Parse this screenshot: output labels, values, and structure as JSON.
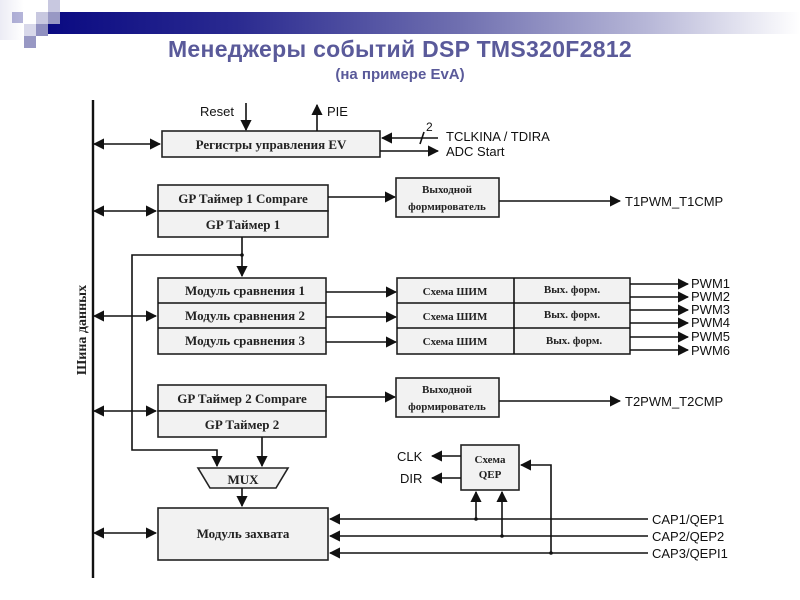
{
  "slide": {
    "title": "Менеджеры событий DSP TMS320F2812",
    "subtitle": "(на примере EvA)"
  },
  "diagram": {
    "bus_label": "Шина данных",
    "ev_control": {
      "label": "Регистры управления EV",
      "reset": "Reset",
      "pie": "PIE",
      "bus_width": "2",
      "input": "TCLKINA / TDIRA",
      "output": "ADC Start"
    },
    "timer1": {
      "compare": "GP Таймер 1 Compare",
      "timer": "GP Таймер 1",
      "shaper_line1": "Выходной",
      "shaper_line2": "формирователь",
      "output": "T1PWM_T1CMP"
    },
    "compare_units": [
      {
        "label": "Модуль сравнения 1",
        "pwm": "Схема ШИМ",
        "shaper": "Вых. форм.",
        "outputs": [
          "PWM1",
          "PWM2"
        ]
      },
      {
        "label": "Модуль сравнения 2",
        "pwm": "Схема ШИМ",
        "shaper": "Вых. форм.",
        "outputs": [
          "PWM3",
          "PWM4"
        ]
      },
      {
        "label": "Модуль сравнения 3",
        "pwm": "Схема ШИМ",
        "shaper": "Вых. форм.",
        "outputs": [
          "PWM5",
          "PWM6"
        ]
      }
    ],
    "timer2": {
      "compare": "GP Таймер 2 Compare",
      "timer": "GP Таймер 2",
      "shaper_line1": "Выходной",
      "shaper_line2": "формирователь",
      "output": "T2PWM_T2CMP"
    },
    "mux": "MUX",
    "qep": {
      "line1": "Схема",
      "line2": "QEP",
      "clk": "CLK",
      "dir": "DIR"
    },
    "capture": {
      "label": "Модуль захвата",
      "inputs": [
        "CAP1/QEP1",
        "CAP2/QEP2",
        "CAP3/QEPI1"
      ]
    }
  }
}
